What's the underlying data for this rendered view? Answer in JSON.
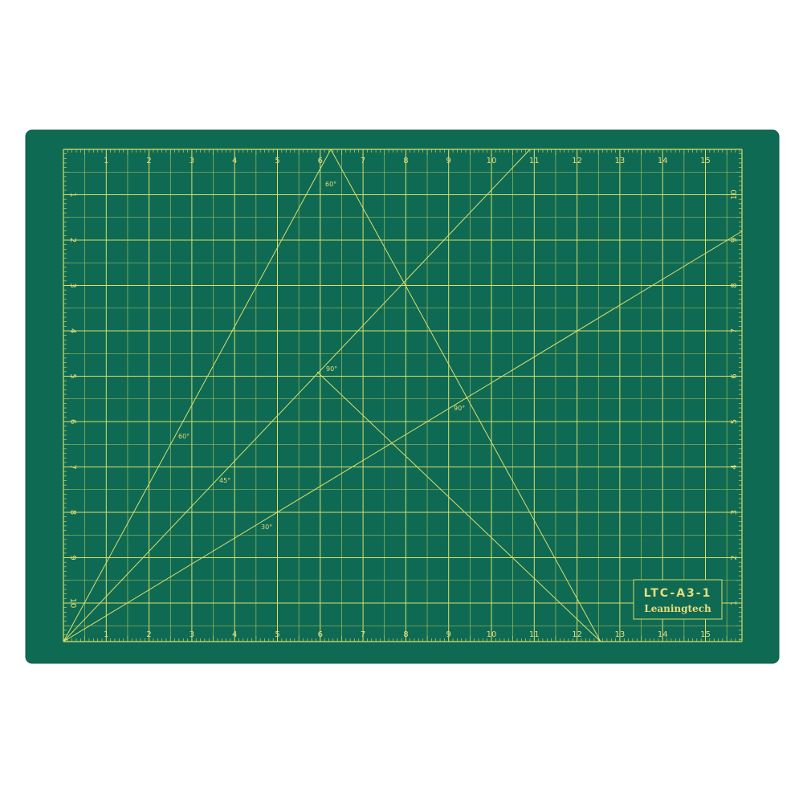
{
  "colors": {
    "mat": "#0f6a54",
    "mat_edge": "#0c5e4a",
    "line": "#d9e06a",
    "minor_line": "#b7c85a",
    "text": "#e7dd7a"
  },
  "ruler": {
    "top_numbers": [
      "1",
      "2",
      "3",
      "4",
      "5",
      "6",
      "7",
      "8",
      "9",
      "10",
      "11",
      "12",
      "13",
      "14",
      "15"
    ],
    "bottom_numbers": [
      "1",
      "2",
      "3",
      "4",
      "5",
      "6",
      "7",
      "8",
      "9",
      "10",
      "11",
      "12",
      "13",
      "14",
      "15"
    ],
    "left_numbers": [
      "1",
      "2",
      "3",
      "4",
      "5",
      "6",
      "7",
      "8",
      "9",
      "10"
    ],
    "right_numbers": [
      "10",
      "9",
      "8",
      "7",
      "6",
      "5",
      "4",
      "3",
      "2",
      "1"
    ]
  },
  "angles": {
    "top": "60°",
    "left_60": "60°",
    "left_45": "45°",
    "left_30": "30°",
    "center_90": "90°",
    "right_90": "90°"
  },
  "brand": {
    "model": "LTC-A3-1",
    "name": "Leaningtech"
  }
}
